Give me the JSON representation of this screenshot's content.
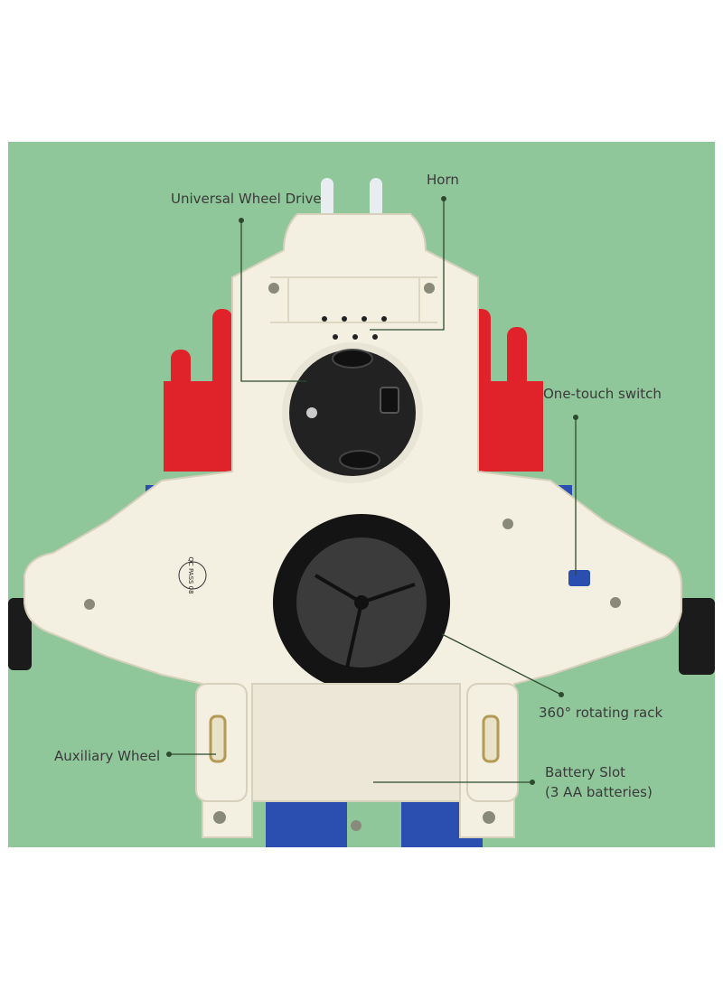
{
  "labels": {
    "horn": "Horn",
    "universal_wheel_drive": "Universal Wheel Drive",
    "one_touch_switch": "One-touch switch",
    "rotating_rack": "360° rotating rack",
    "auxiliary_wheel": "Auxiliary Wheel",
    "battery_slot_line1": "Battery Slot",
    "battery_slot_line2": "(3 AA batteries)"
  },
  "stamp": "QC PASS 08",
  "colors": {
    "background": "#8fc79a",
    "body": "#f3efe1",
    "fins": "#e0232a",
    "accent_blue": "#2a4fb0",
    "wheel": "#1e1e1e",
    "line": "#2d4a2d"
  }
}
